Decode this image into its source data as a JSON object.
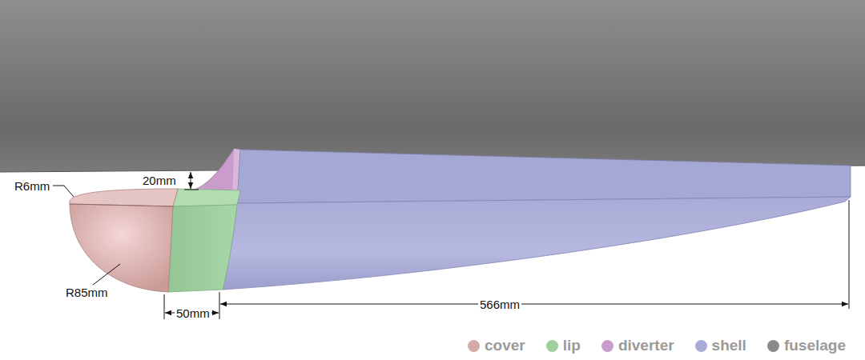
{
  "diagram": {
    "labels": [
      "20mm",
      "R6mm",
      "R85mm",
      "50mm",
      "566mm"
    ],
    "legend": [
      {
        "text": "cover",
        "color": "#d4aaa6"
      },
      {
        "text": "lip",
        "color": "#9fcf9f"
      },
      {
        "text": "diverter",
        "color": "#c99ccb"
      },
      {
        "text": "shell",
        "color": "#a9abd6"
      },
      {
        "text": "fuselage",
        "color": "#8a8a8a"
      }
    ]
  }
}
